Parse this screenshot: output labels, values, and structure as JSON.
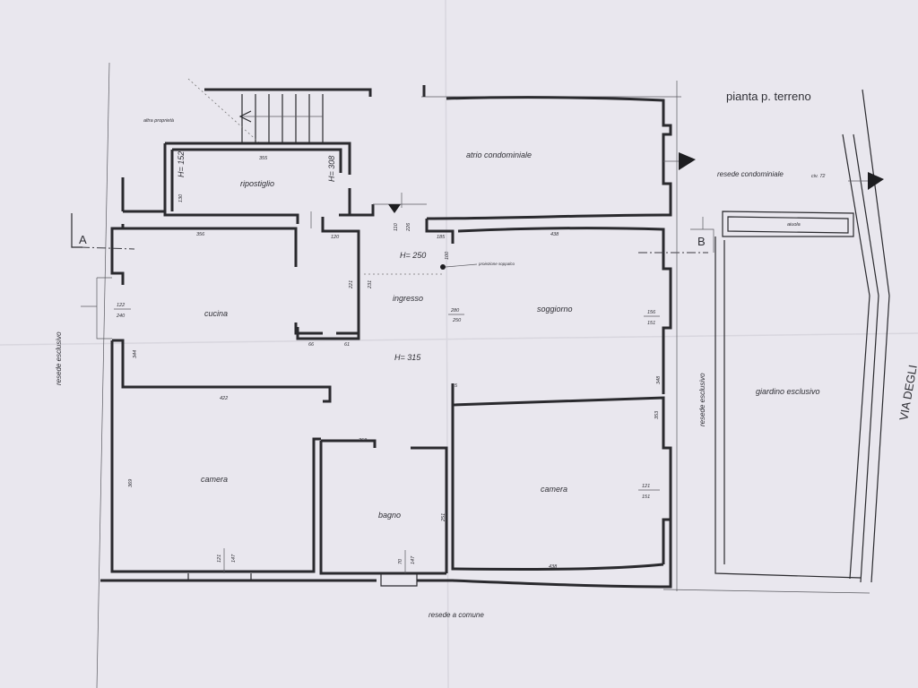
{
  "title": "pianta p. terreno",
  "rooms": {
    "atrio": "atrio condominiale",
    "ripostiglio": "ripostiglio",
    "cucina": "cucina",
    "ingresso": "ingresso",
    "soggiorno": "soggiorno",
    "camera_left": "camera",
    "bagno": "bagno",
    "camera_right": "camera",
    "giardino": "giardino esclusivo",
    "aiuola": "aiuola"
  },
  "areas": {
    "altra_proprieta": "altra proprietà",
    "resede_condominiale": "resede condominiale",
    "resede_esclusivo_left": "resede esclusivo",
    "resede_esclusivo_right": "resede esclusivo",
    "resede_a_comune": "resede a comune",
    "proiezione_soppalco": "proiezione soppalco",
    "via": "VIA DEGLI",
    "civico": "civ. 72"
  },
  "sections": {
    "a": "A",
    "b": "B"
  },
  "heights": {
    "h152": "H= 152",
    "h308": "H= 308",
    "h250": "H= 250",
    "h315": "H= 315"
  },
  "dims": {
    "d355": "355",
    "d130": "130",
    "d356": "356",
    "d120": "120",
    "d110": "110",
    "d226": "226",
    "d185": "185",
    "d100": "100",
    "d438_top": "438",
    "d122": "122",
    "d240": "240",
    "d221": "221",
    "d231": "231",
    "d280": "280",
    "d250": "250",
    "d156": "156",
    "d151_top": "151",
    "d66": "66",
    "d61": "61",
    "d344": "344",
    "d422": "422",
    "d348": "348",
    "d15": "15",
    "d258": "258",
    "d353": "353",
    "d369": "369",
    "d251": "251",
    "d121_r": "121",
    "d151_r": "151",
    "d121_l": "121",
    "d147_l": "147",
    "d70": "70",
    "d147_b": "147",
    "d438_bot": "438"
  },
  "colors": {
    "paper": "#e9e7ee",
    "ink": "#2a2a2e"
  }
}
